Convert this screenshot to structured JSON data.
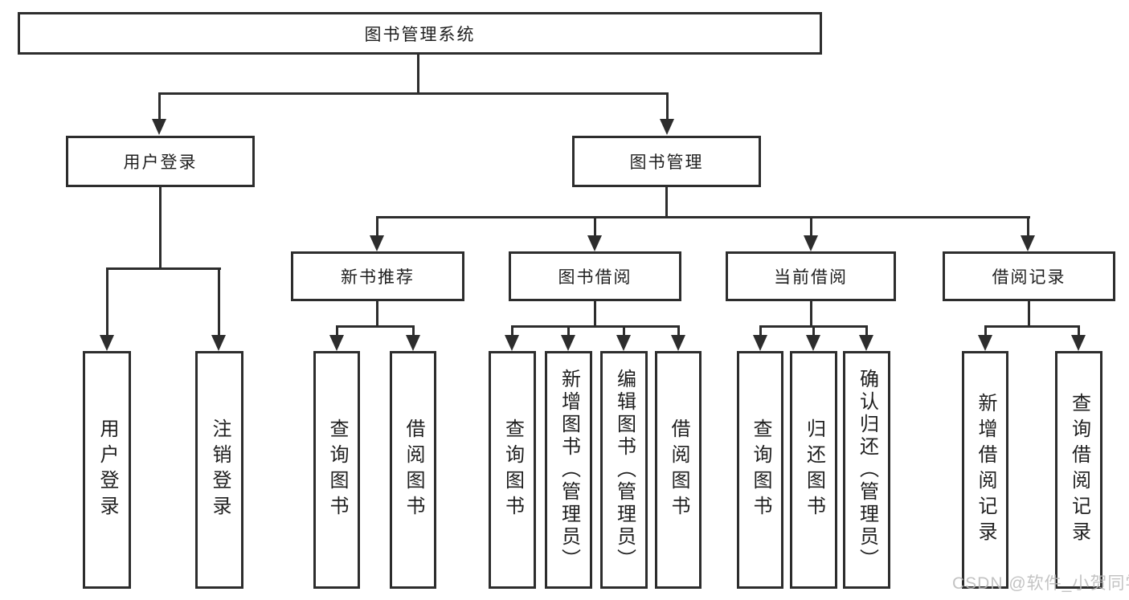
{
  "diagram": {
    "title_node": "图书管理系统",
    "branches": [
      {
        "label": "用户登录",
        "children": [
          {
            "label": "用户登录"
          },
          {
            "label": "注销登录"
          }
        ]
      },
      {
        "label": "图书管理",
        "children": [
          {
            "label": "新书推荐",
            "children": [
              {
                "label": "查询图书"
              },
              {
                "label": "借阅图书"
              }
            ]
          },
          {
            "label": "图书借阅",
            "children": [
              {
                "label": "查询图书"
              },
              {
                "label": "新增图书（管理员）"
              },
              {
                "label": "编辑图书（管理员）"
              },
              {
                "label": "借阅图书"
              }
            ]
          },
          {
            "label": "当前借阅",
            "children": [
              {
                "label": "查询图书"
              },
              {
                "label": "归还图书"
              },
              {
                "label": "确认归还（管理员）"
              }
            ]
          },
          {
            "label": "借阅记录",
            "children": [
              {
                "label": "新增借阅记录"
              },
              {
                "label": "查询借阅记录"
              }
            ]
          }
        ]
      }
    ]
  },
  "style": {
    "line_color": "#2d2d2d",
    "watermark_color": "#b9b9b9",
    "background": "#ffffff"
  },
  "watermark": {
    "text": "CSDN @软件_小贺同学"
  }
}
